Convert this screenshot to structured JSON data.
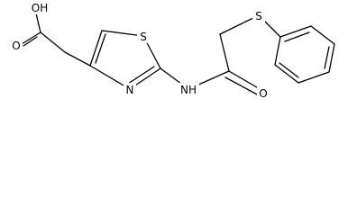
{
  "molecule": {
    "atoms": {
      "hydroxyl": "OH",
      "carboxyl_oxygen": "O",
      "ring_sulfur": "S",
      "ring_nitrogen": "N",
      "amide_nh": "NH",
      "amide_oxygen": "O",
      "thioether_sulfur": "S"
    }
  },
  "colors": {
    "bond": "#000000",
    "label": "#000000",
    "background": "#ffffff"
  }
}
